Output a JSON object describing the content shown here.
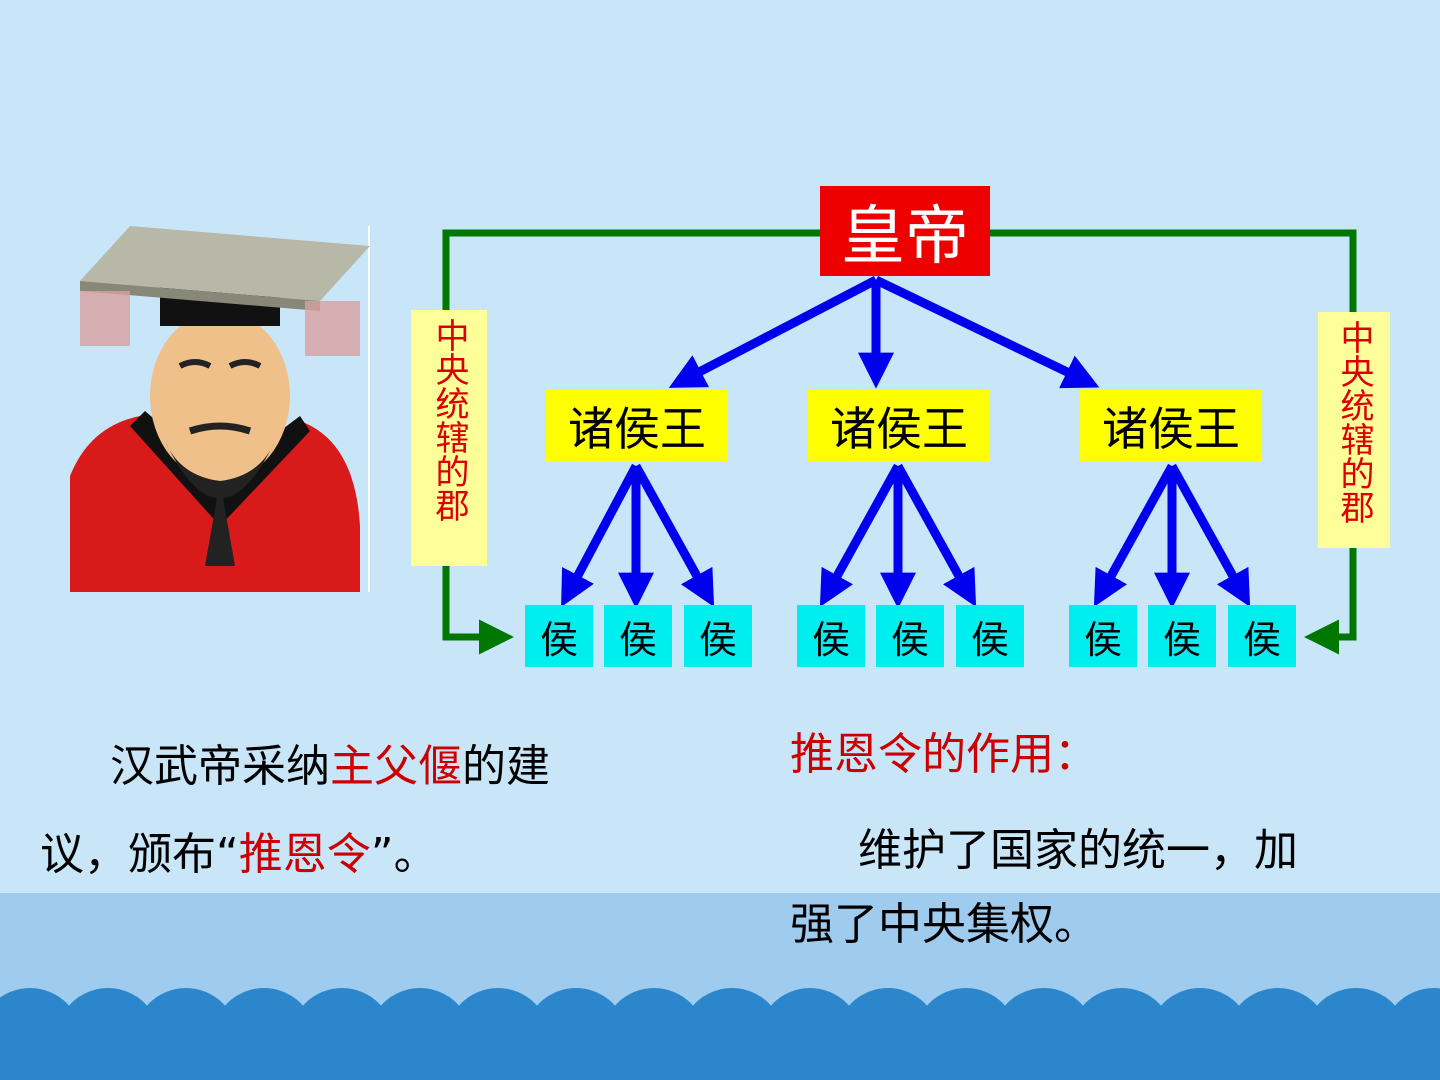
{
  "diagram": {
    "emperor": "皇帝",
    "princes": [
      "诸侯王",
      "诸侯王",
      "诸侯王"
    ],
    "marquises": [
      "侯",
      "侯",
      "侯",
      "侯",
      "侯",
      "侯",
      "侯",
      "侯",
      "侯"
    ],
    "left_label": "中央统辖的郡",
    "right_label": "中央统辖的郡"
  },
  "left_text": {
    "line1_a": "汉武帝采纳",
    "line1_b": "主父偃",
    "line1_c": "的建",
    "line2_a": "议，颁布“",
    "line2_b": "推恩令",
    "line2_c": "”。"
  },
  "right_text": {
    "heading": "推恩令的作用：",
    "line1": "维护了国家的统一，加",
    "line2": "强了中央集权。"
  },
  "colors": {
    "background": "#c8e6f8",
    "emperor_box": "#ee0000",
    "prince_box": "#ffff00",
    "marquis_box": "#00eeee",
    "arrow_blue": "#0000ee",
    "line_green": "#007700",
    "highlight_red": "#cc0000"
  }
}
